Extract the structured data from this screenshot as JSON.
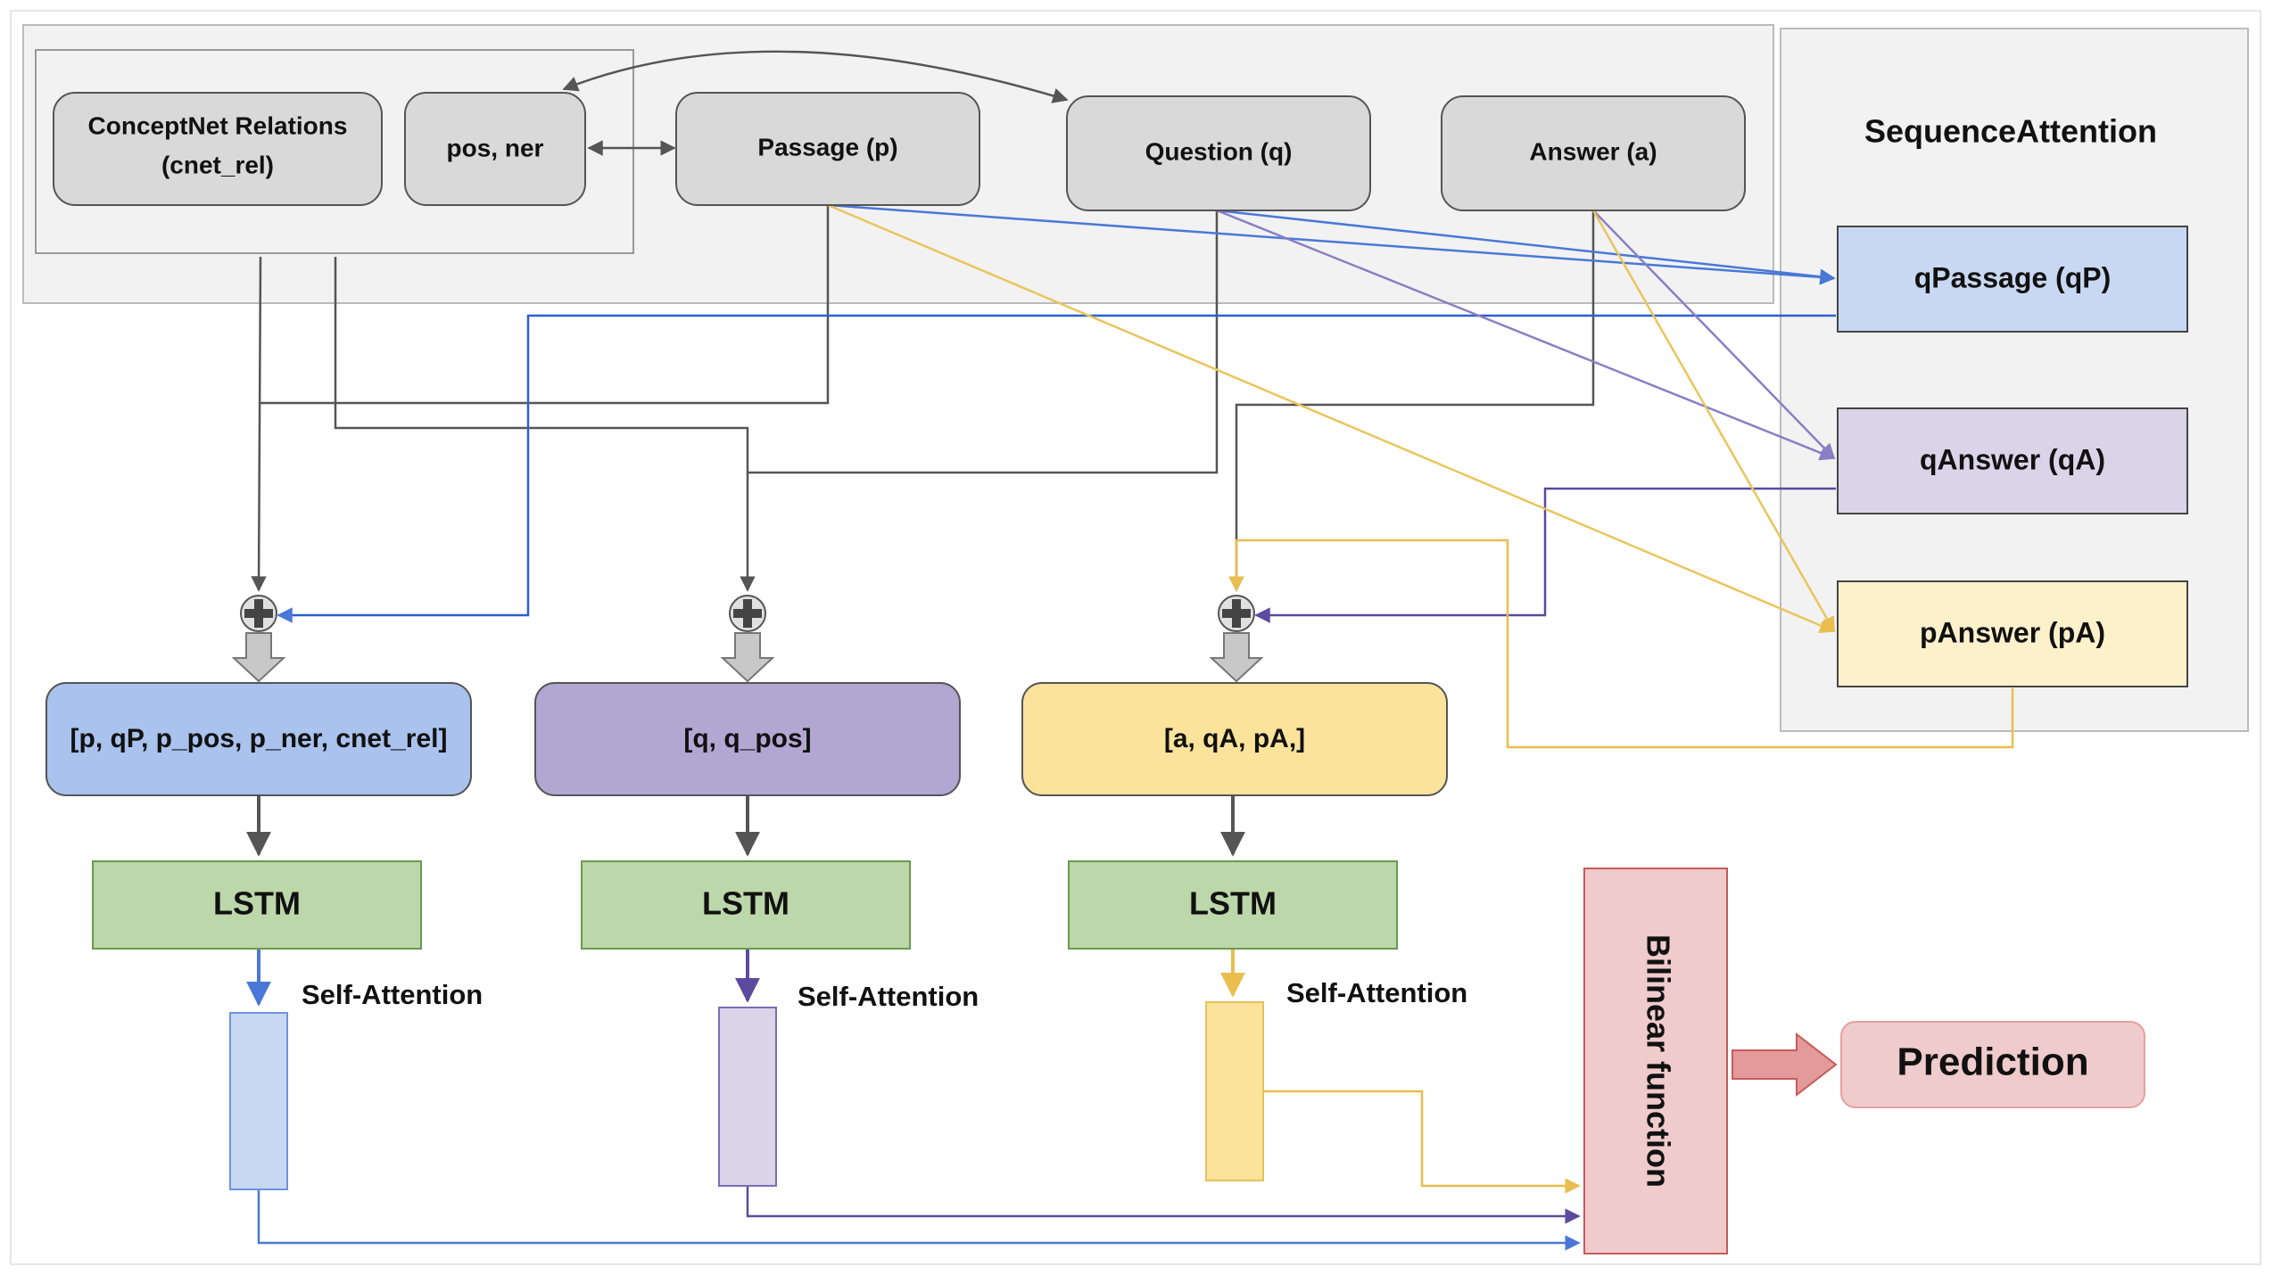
{
  "inputs": {
    "conceptnet": [
      "ConceptNet Relations",
      "(cnet_rel)"
    ],
    "pos_ner": "pos, ner",
    "passage": "Passage (p)",
    "question": "Question (q)",
    "answer": "Answer (a)"
  },
  "sequence_attention": {
    "title": "SequenceAttention",
    "qpassage": "qPassage (qP)",
    "qanswer": "qAnswer (qA)",
    "panswer": "pAnswer (pA)"
  },
  "concat": {
    "passage": "[p, qP, p_pos, p_ner, cnet_rel]",
    "question": "[q, q_pos]",
    "answer": "[a, qA, pA,]"
  },
  "lstm_label": "LSTM",
  "self_attention_label": "Self-Attention",
  "bilinear_label": "Bilinear function",
  "prediction_label": "Prediction",
  "colors": {
    "blue": "#4a78d6",
    "purple": "#5b4a9e",
    "yellow": "#e9bd4e",
    "dark": "#555555"
  }
}
